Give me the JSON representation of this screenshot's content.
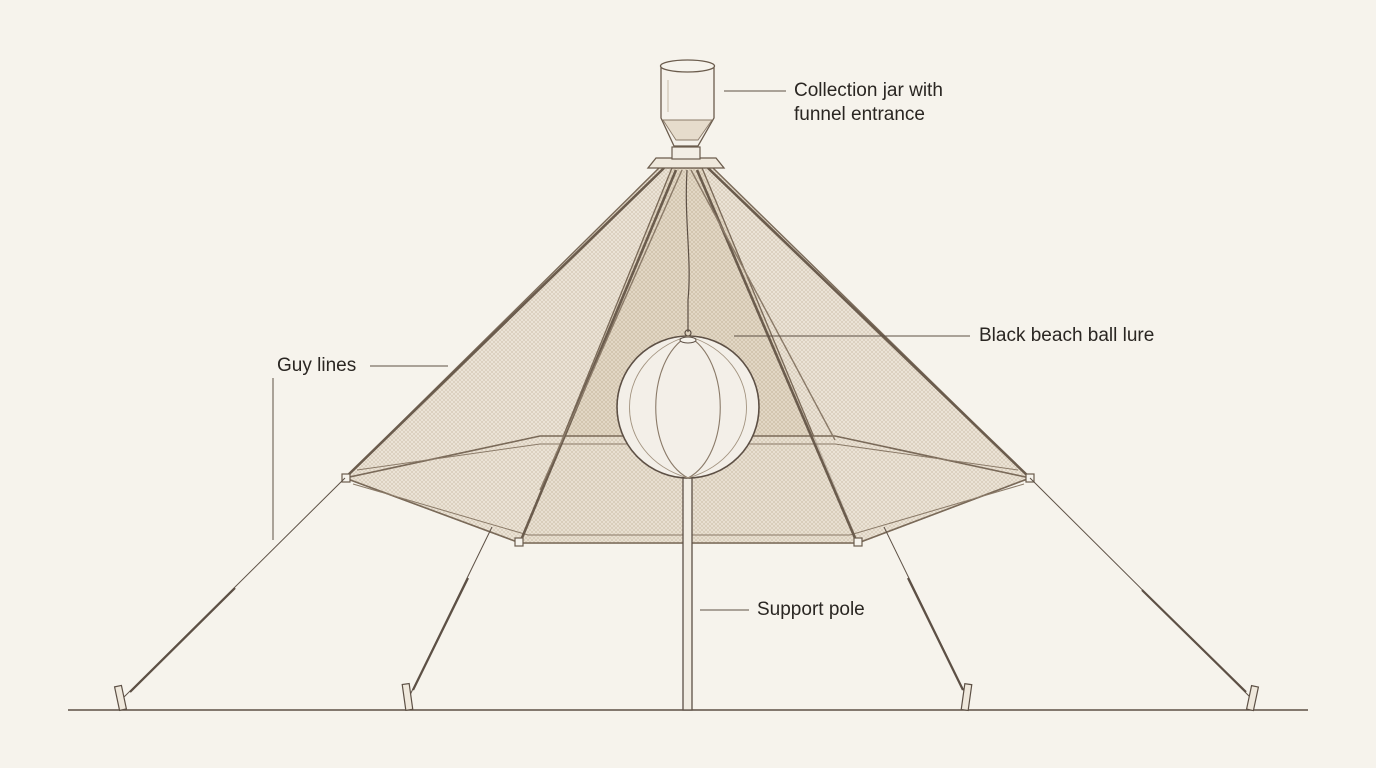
{
  "diagram": {
    "labels": {
      "jar_line1": "Collection jar with",
      "jar_line2": "funnel entrance",
      "ball": "Black beach ball lure",
      "guy": "Guy lines",
      "pole": "Support pole"
    },
    "colors": {
      "background": "#f6f3ec",
      "stroke": "#6b5c4d",
      "mesh_fill": "#e9e0d2",
      "mesh_dark": "#ddd1bf",
      "text": "#2a2622"
    }
  }
}
